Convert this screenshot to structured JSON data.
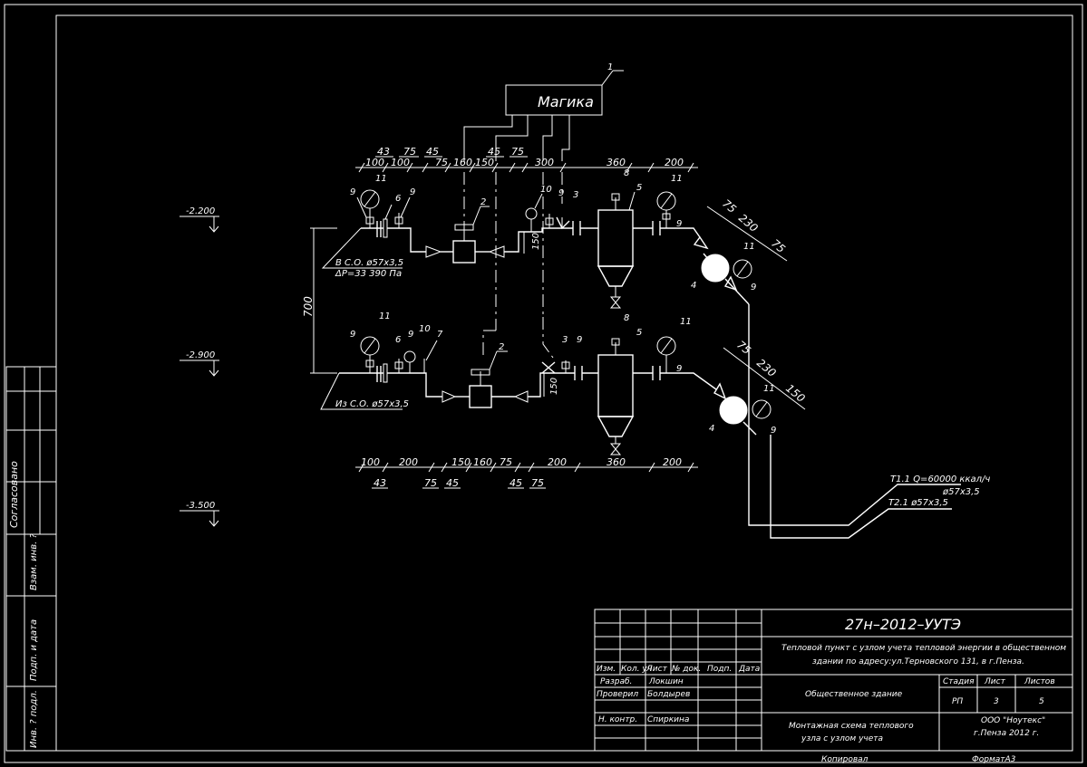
{
  "device": {
    "label": "Магика",
    "callout": "1"
  },
  "levels": [
    "-2.200",
    "-2.900",
    "-3.500"
  ],
  "supply_line": {
    "label": "В С.О. ø57x3,5",
    "dp": "ΔP=33 390 Па"
  },
  "return_line": {
    "label": "Из С.О. ø57x3,5"
  },
  "height_dim": "700",
  "top_dims": [
    "43",
    "75",
    "45",
    "45",
    "75",
    "100",
    "100",
    "75",
    "160",
    "150",
    "300",
    "360",
    "200"
  ],
  "bottom_dims": [
    "100",
    "200",
    "150",
    "160",
    "75",
    "200",
    "360",
    "200",
    "43",
    "75",
    "45",
    "45",
    "75"
  ],
  "vertical_dims": [
    "150",
    "150"
  ],
  "diag_dims_upper": [
    "75",
    "230",
    "75"
  ],
  "diag_dims_lower": [
    "75",
    "230",
    "150"
  ],
  "callouts_upper": [
    "9",
    "11",
    "6",
    "9",
    "2",
    "10",
    "9",
    "3",
    "8",
    "5",
    "11",
    "9",
    "11",
    "4",
    "9"
  ],
  "callouts_lower": [
    "11",
    "9",
    "6",
    "9",
    "10",
    "7",
    "2",
    "3",
    "9",
    "8",
    "5",
    "11",
    "9",
    "11",
    "4",
    "9"
  ],
  "pipe_t1": {
    "label": "Т1.1  Q=60000 ккал/ч",
    "size": "ø57x3,5"
  },
  "pipe_t2": {
    "label": "Т2.1  ø57x3,5"
  },
  "side_stamp": {
    "agreed": "Согласовано",
    "inv_podl": "Инв. ? подл.",
    "sign_date": "Подп. и дата",
    "vzam": "Взам. инв. ?"
  },
  "title_block": {
    "code": "27н–2012–УУТЭ",
    "title_line1": "Тепловой пункт с узлом учета тепловой энергии в общественном",
    "title_line2": "здании по адресу:ул.Терновского 131, в г.Пенза.",
    "col_izm": "Изм.",
    "col_kol": "Кол. уч",
    "col_list": "Лист",
    "col_ndok": "№ док.",
    "col_podp": "Подп.",
    "col_data": "Дата",
    "razrab_label": "Разраб.",
    "razrab_name": "Локшин",
    "proveril_label": "Проверил",
    "proveril_name": "Болдырев",
    "nkontr_label": "Н. контр.",
    "nkontr_name": "Спиркина",
    "building": "Общественное здание",
    "stage_label": "Стадия",
    "sheet_label": "Лист",
    "sheets_label": "Листов",
    "stage": "РП",
    "sheet": "3",
    "sheets": "5",
    "sheet_title_1": "Монтажная схема теплового",
    "sheet_title_2": "узла с узлом учета",
    "org_1": "ООО \"Ноутекс\"",
    "org_2": "г.Пенза 2012 г.",
    "copied": "Копировал",
    "format": "ФорматА3"
  }
}
